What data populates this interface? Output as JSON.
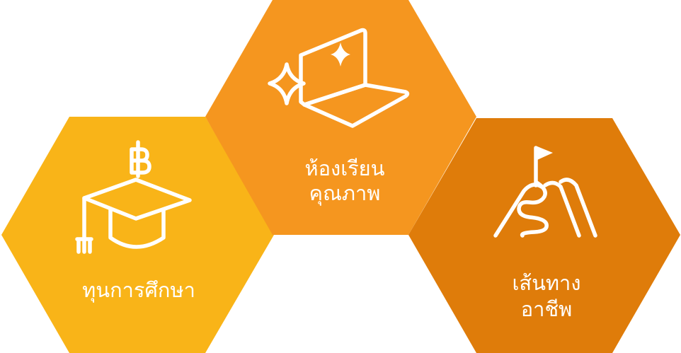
{
  "colors": {
    "tuition": "#F9B418",
    "classroom": "#F5961F",
    "career": "#DF7C0A",
    "icon": "#FFFFFF"
  },
  "hexagons": [
    {
      "id": "tuition",
      "label_lines": [
        "ทุนการศึกษา"
      ],
      "icon": "graduation-cap-baht-icon"
    },
    {
      "id": "classroom",
      "label_lines": [
        "ห้องเรียน",
        "คุณภาพ"
      ],
      "icon": "sparkling-laptop-icon"
    },
    {
      "id": "career",
      "label_lines": [
        "เส้นทาง",
        "อาชีพ"
      ],
      "icon": "mountain-path-flag-icon"
    }
  ]
}
